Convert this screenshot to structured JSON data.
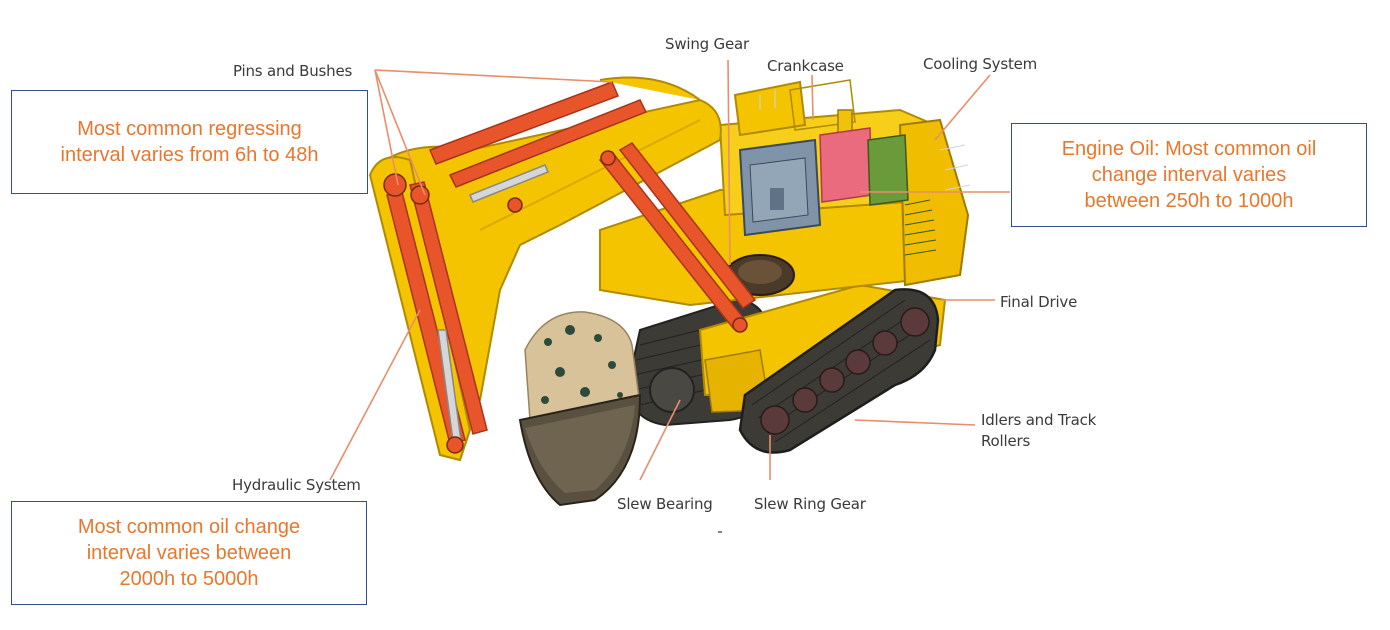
{
  "part_labels": {
    "pins_and_bushes": "Pins and Bushes",
    "swing_gear": "Swing Gear",
    "crankcase": "Crankcase",
    "cooling_system": "Cooling System",
    "final_drive": "Final Drive",
    "idlers_and_track_rollers_line1": "Idlers and Track",
    "idlers_and_track_rollers_line2": "Rollers",
    "hydraulic_system": "Hydraulic System",
    "slew_bearing": "Slew Bearing",
    "slew_ring_gear": "Slew Ring Gear"
  },
  "callouts": {
    "pins": {
      "line1": "Most common regressing",
      "line2": "interval varies from 6h to 48h"
    },
    "engine_oil": {
      "line1": "Engine Oil: Most common oil",
      "line2": "change interval  varies",
      "line3": "between 250h to 1000h"
    },
    "hydraulic": {
      "line1": "Most common oil change",
      "line2": "interval  varies between",
      "line3": "2000h to 5000h"
    }
  },
  "colors": {
    "callout_text": "#e8772e",
    "callout_border": "#2f4f8f",
    "leader_line": "#e98d6a",
    "machine_body": "#f5c400",
    "cylinders": "#e8552a",
    "tracks": "#3a3a3a",
    "engine_block": "#7f94a8",
    "cooling_core": "#e8637a"
  }
}
